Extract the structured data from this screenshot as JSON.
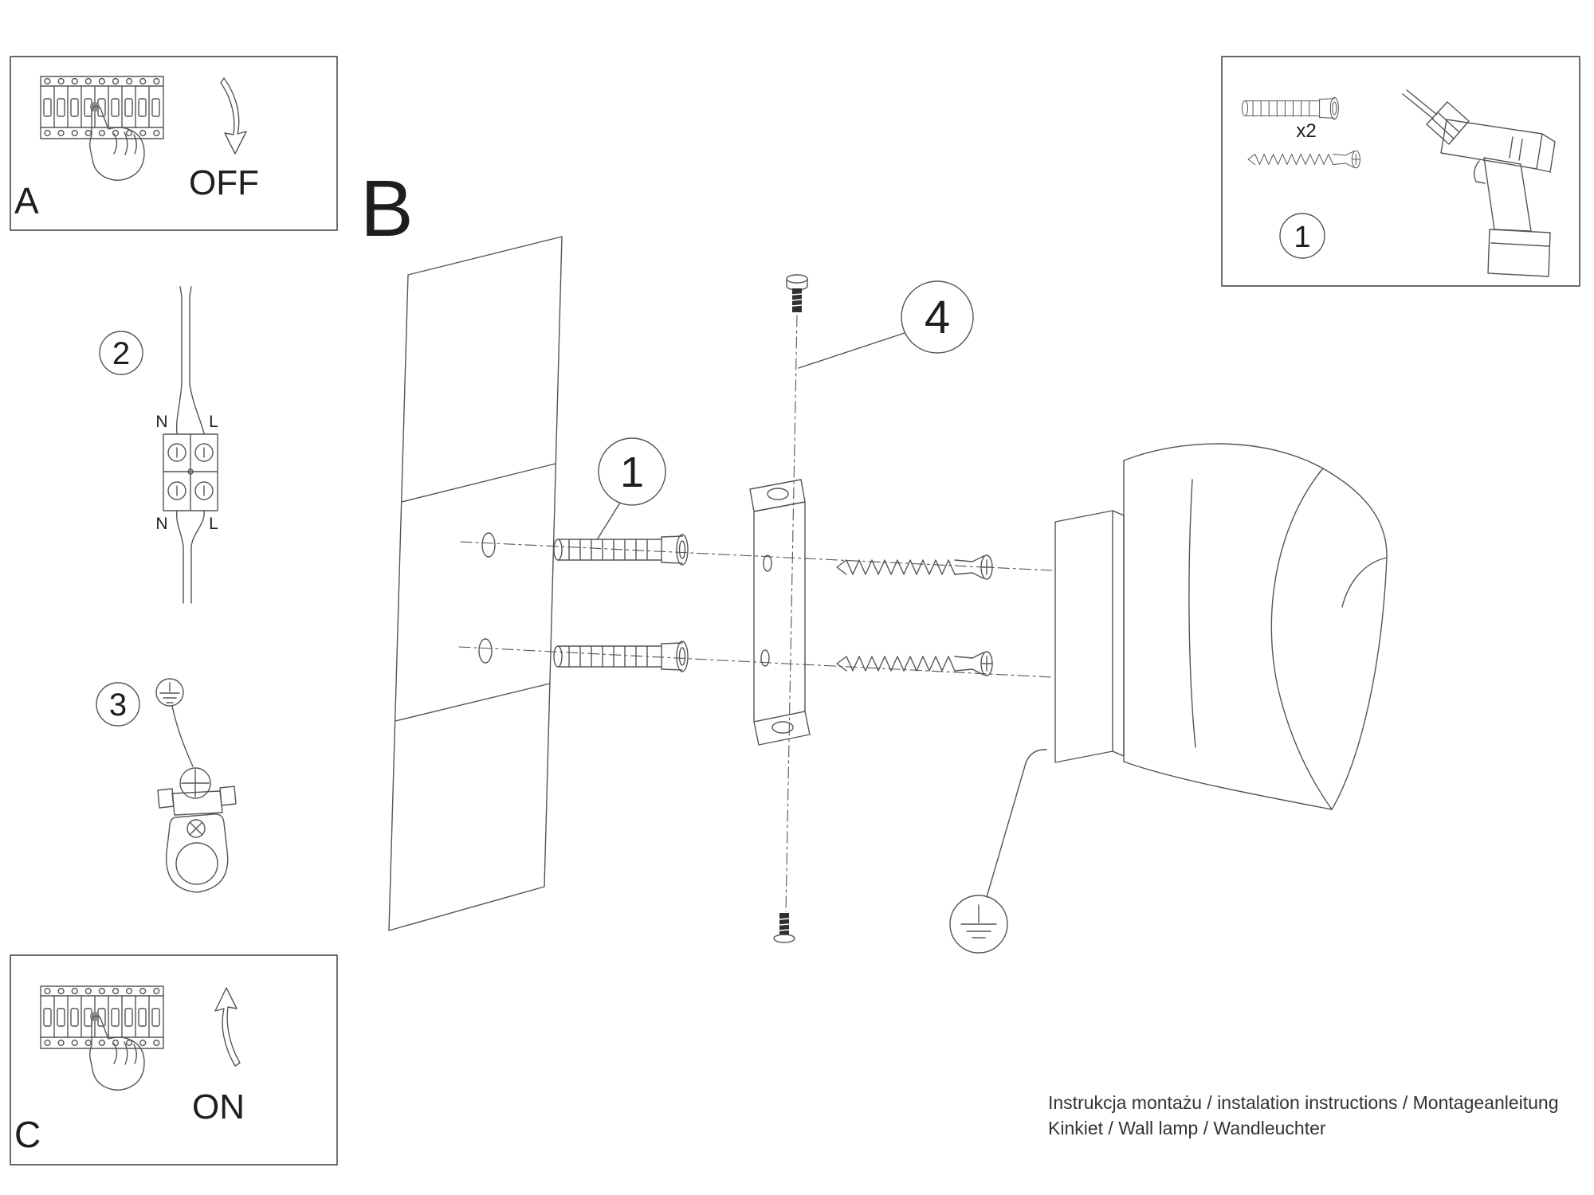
{
  "colors": {
    "background": "#ffffff",
    "line": "#555555",
    "text": "#1e1e1e"
  },
  "panel_a": {
    "label": "A",
    "switch_state": "OFF"
  },
  "panel_c": {
    "label": "C",
    "switch_state": "ON"
  },
  "section_b": {
    "label": "B"
  },
  "callouts": {
    "wall_plug": "1",
    "wiring": "2",
    "grounding": "3",
    "lamp_screws": "4",
    "tools": "1"
  },
  "wiring_labels": {
    "top_neutral": "N",
    "top_live": "L",
    "bottom_neutral": "N",
    "bottom_live": "L"
  },
  "parts_box": {
    "plug_quantity": "x2"
  },
  "footer": {
    "line1": "Instrukcja montażu / instalation instructions / Montageanleitung",
    "line2": "Kinkiet / Wall lamp / Wandleuchter"
  }
}
